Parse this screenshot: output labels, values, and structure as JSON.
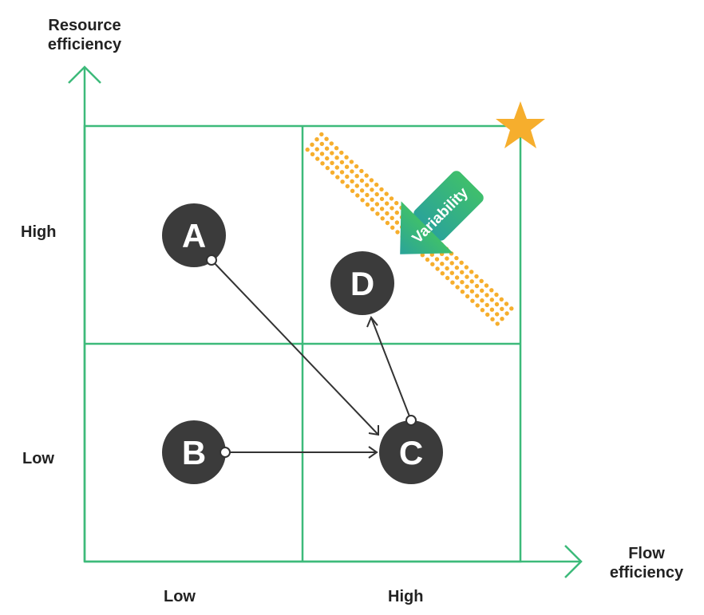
{
  "axes": {
    "y_title": "Resource\nefficiency",
    "x_title": "Flow\nefficiency",
    "y_labels": [
      "High",
      "Low"
    ],
    "x_labels": [
      "Low",
      "High"
    ]
  },
  "nodes": [
    {
      "id": "A",
      "label": "A",
      "quadrant": "low-flow / high-resource"
    },
    {
      "id": "B",
      "label": "B",
      "quadrant": "low-flow / low-resource"
    },
    {
      "id": "C",
      "label": "C",
      "quadrant": "high-flow / low-resource"
    },
    {
      "id": "D",
      "label": "D",
      "quadrant": "high-flow / high-resource"
    }
  ],
  "edges": [
    {
      "from": "A",
      "to": "C"
    },
    {
      "from": "B",
      "to": "C"
    },
    {
      "from": "C",
      "to": "D"
    }
  ],
  "variability_label": "Variability",
  "colors": {
    "grid": "#3dba7a",
    "node": "#3b3b3b",
    "node_text": "#ffffff",
    "edge": "#333333",
    "dots": "#f6ae2d",
    "star": "#f6ae2d",
    "arrow_start": "#2aa39a",
    "arrow_end": "#3fbf6c"
  }
}
